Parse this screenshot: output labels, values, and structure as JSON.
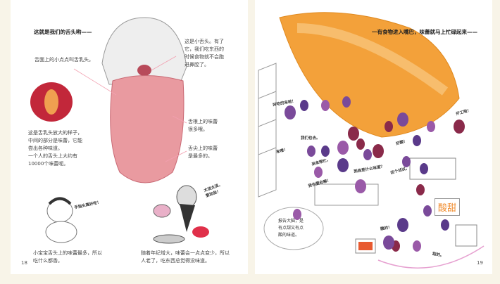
{
  "left_page": {
    "heading": "这就是我们的舌头哟——",
    "papillae_label": "舌面上的小点点叫舌乳头。",
    "uvula_text": [
      "这是小舌头。有了",
      "它，我们吃东西的",
      "时候食物就不会跑",
      "进鼻腔了。"
    ],
    "papilla_zoom_text": [
      "这是舌乳头放大的样子，",
      "中间的部分是味蕾，它能",
      "尝出各种味道。",
      "一个人的舌头上大约有",
      "10000个味蕾呢。"
    ],
    "tongue_root_text": [
      "舌根上的味蕾",
      "很多哦。"
    ],
    "tongue_tip_text": [
      "舌尖上的味蕾",
      "是最多的。"
    ],
    "baby_speech": "手指头真好吃！",
    "baby_caption": [
      "小宝宝舌头上的味蕾最多，所以",
      "吃什么都香。"
    ],
    "old_man_speech": [
      "太淡太淡，",
      "要加盐！"
    ],
    "old_man_caption": [
      "随着年纪增大，味蕾会一点点变少，所以",
      "人老了，吃东西总觉得没味道。"
    ],
    "page_number": "18"
  },
  "right_page": {
    "heading": "一有食物进入嘴巴，味蕾就马上忙碌起来——",
    "bubbles": {
      "b1": "好吃的来啦！",
      "b2": "我们也去。",
      "b3": "来喽！",
      "b4": "来来帮忙，",
      "b5": "我也要去嘛！",
      "b6": "到底是什么味道？",
      "b7": "好酸！",
      "b8": "这个试试，",
      "b9": "开工啦！",
      "b10": "酸的！",
      "b11": "甜的。"
    },
    "sign": "酸甜",
    "report": [
      "报告大脑，是",
      "有点甜又有点",
      "酸的味道。"
    ],
    "page_number": "19"
  },
  "colors": {
    "page": "#ffffff",
    "background": "#f8f4e8",
    "orange": "#f3a13a",
    "tongue": "#e99aa0",
    "creature": "#7a4a9a",
    "sign": "#f08a2a"
  }
}
